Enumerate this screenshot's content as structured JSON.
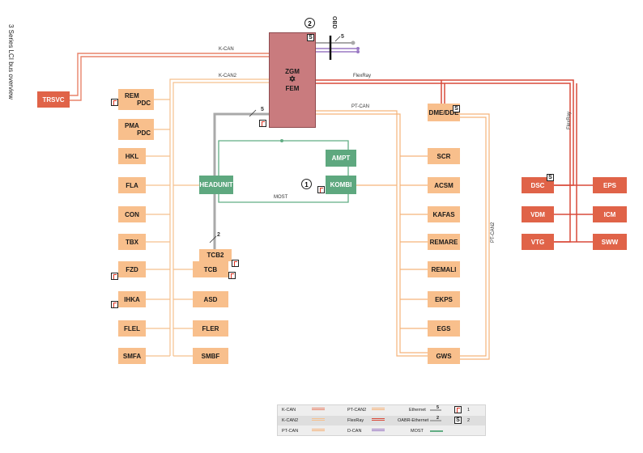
{
  "page_title": "3 Series LCI bus overview",
  "central": {
    "top": "ZGM",
    "star": "✡",
    "bottom": "FEM",
    "port_label": "OBD",
    "port_count": "5"
  },
  "headunit_gateway_count": "5",
  "tcb_link_count": "2",
  "buses": {
    "kcan": "K-CAN",
    "kcan2": "K-CAN2",
    "flexray_h": "FlexRay",
    "ptcan": "PT-CAN",
    "most": "MOST",
    "flexray_v": "FlexRay",
    "ptcan2": "PT-CAN2"
  },
  "circles": [
    "2",
    "1"
  ],
  "nodes": {
    "trsvc": "TRSVC",
    "rem_pdc": [
      "REM",
      "PDC"
    ],
    "pma_pdc": [
      "PMA",
      "PDC"
    ],
    "hkl": "HKL",
    "fla": "FLA",
    "con": "CON",
    "tbx": "TBX",
    "fzd": "FZD",
    "ihka": "IHKA",
    "flel": "FLEL",
    "smfa": "SMFA",
    "headunit": "HEADUNIT",
    "tcb2": "TCB2",
    "tcb": "TCB",
    "asd": "ASD",
    "fler": "FLER",
    "smbf": "SMBF",
    "ampt": "AMPT",
    "kombi": "KOMBI",
    "dme": "DME/DDE",
    "scr": "SCR",
    "acsm": "ACSM",
    "kafas": "KAFAS",
    "remare": "REMARE",
    "remali": "REMALI",
    "ekps": "EKPS",
    "egs": "EGS",
    "gws": "GWS",
    "dsc": "DSC",
    "eps": "EPS",
    "vdm": "VDM",
    "icm": "ICM",
    "vtg": "VTG",
    "sww": "SWW"
  },
  "legend": {
    "kcan": "K-CAN",
    "kcan2": "K-CAN2",
    "ptcan": "PT-CAN",
    "ptcan2": "PT-CAN2",
    "flexray": "FlexRay",
    "dcan": "D-CAN",
    "ethernet": "Ethernet",
    "ethernet_num": "5",
    "oabr": "OABR-Ethernet",
    "oabr_num": "2",
    "most": "MOST",
    "marker1_label": "1",
    "marker2_label": "2",
    "marker2_symbol": "S"
  },
  "colors": {
    "kcan": "#e8836a",
    "kcan2": "#f5c08e",
    "ptcan": "#f5b37a",
    "flexray": "#d94a3a",
    "dcan": "#9a78c4",
    "ethernet": "#a9a9a9",
    "most": "#62ad84",
    "ecu_orange": "#f8bf8c",
    "ecu_red": "#e06348",
    "ecu_green": "#5ea87f",
    "zgm": "#c97b7e"
  }
}
